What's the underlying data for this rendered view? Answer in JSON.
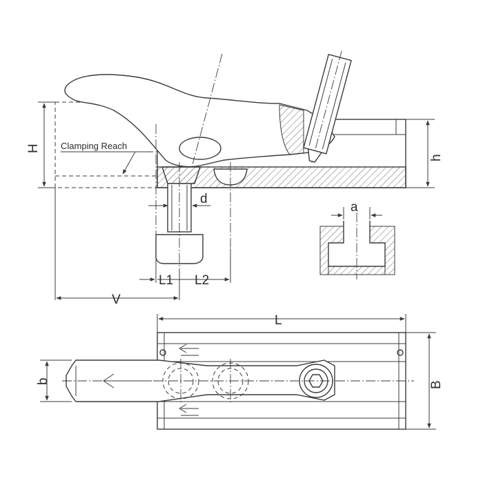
{
  "labels": {
    "H": "H",
    "h": "h",
    "clamping_reach": "Clamping Reach",
    "d": "d",
    "a": "a",
    "L1": "L1",
    "L2": "L2",
    "V": "V",
    "L": "L",
    "b": "b",
    "B": "B"
  }
}
